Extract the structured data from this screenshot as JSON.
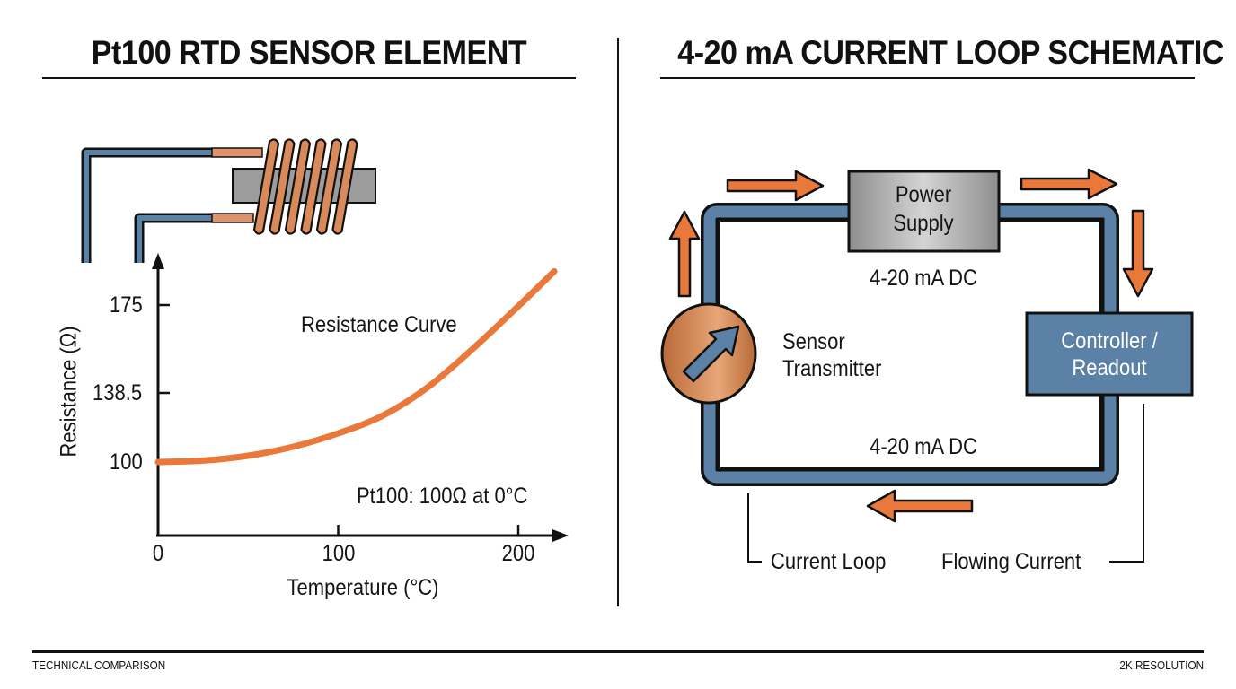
{
  "left_panel": {
    "title": "Pt100 RTD SENSOR ELEMENT",
    "sensor_illustration": {
      "lead_wire_color": "#5b82a6",
      "coil_color": "#d98a5a",
      "core_color": "#9a9a9a",
      "coil_turns": 6
    }
  },
  "right_panel": {
    "title": "4-20 mA CURRENT LOOP SCHEMATIC",
    "power_supply": {
      "line1": "Power",
      "line2": "Supply"
    },
    "controller": {
      "line1": "Controller /",
      "line2": "Readout"
    },
    "sensor_transmitter": {
      "line1": "Sensor",
      "line2": "Transmitter"
    },
    "top_current_label": "4-20 mA DC",
    "bottom_current_label": "4-20 mA DC",
    "callouts": {
      "current_loop": "Current Loop",
      "flowing_current": "Flowing Current"
    },
    "colors": {
      "loop": "#5b82a6",
      "arrow": "#e8793a",
      "controller": "#5b82a6",
      "transmitter": "#d9925f",
      "power_supply": "#b5b5b5"
    }
  },
  "footer": {
    "left": "TECHNICAL COMPARISON",
    "right": "2K RESOLUTION"
  },
  "chart_data": {
    "type": "line",
    "title": "Resistance Curve",
    "xlabel": "Temperature (°C)",
    "ylabel": "Resistance (Ω)",
    "x_ticks": [
      "0",
      "100",
      "200"
    ],
    "y_ticks": [
      "100",
      "138.5",
      "175"
    ],
    "xlim": [
      0,
      220
    ],
    "annotation": "Pt100: 100Ω at 0°C",
    "grid": false,
    "series": [
      {
        "name": "Resistance Curve",
        "color": "#e8793a",
        "x": [
          0,
          25,
          50,
          75,
          100,
          125,
          150,
          175,
          200,
          220
        ],
        "y": [
          100,
          100.8,
          103.5,
          108.5,
          116,
          126,
          141,
          157,
          174.5,
          189
        ]
      }
    ]
  }
}
